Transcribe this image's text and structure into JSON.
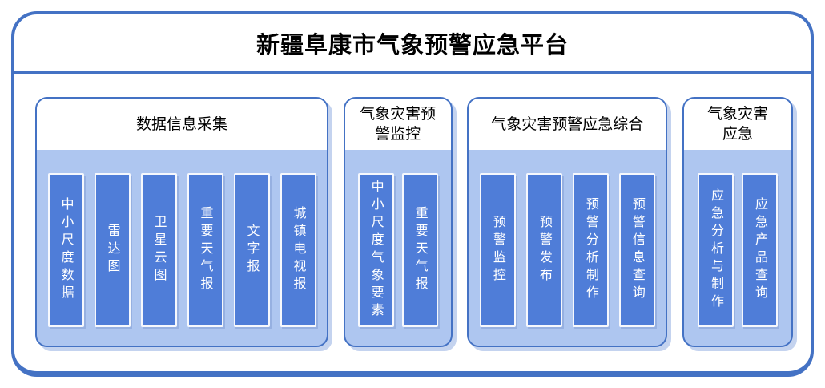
{
  "title": "新疆阜康市气象预警应急平台",
  "colors": {
    "frame_border": "#4472C4",
    "panel_fill": "#AEC6F0",
    "item_fill": "#4F7DD8",
    "item_text": "#FFFFFF",
    "header_fill": "#FFFFFF",
    "title_text": "#000000"
  },
  "panels": [
    {
      "header": "数据信息采集",
      "items": [
        "中小尺度数据",
        "雷达图",
        "卫星云图",
        "重要天气报",
        "文字报",
        "城镇电视报"
      ]
    },
    {
      "header": "气象灾害预警监控",
      "items": [
        "中小尺度气象要素",
        "重要天气报"
      ]
    },
    {
      "header": "气象灾害预警应急综合",
      "items": [
        "预警监控",
        "预警发布",
        "预警分析制作",
        "预警信息查询"
      ]
    },
    {
      "header": "气象灾害应急",
      "items": [
        "应急分析与制作",
        "应急产品查询"
      ]
    }
  ]
}
